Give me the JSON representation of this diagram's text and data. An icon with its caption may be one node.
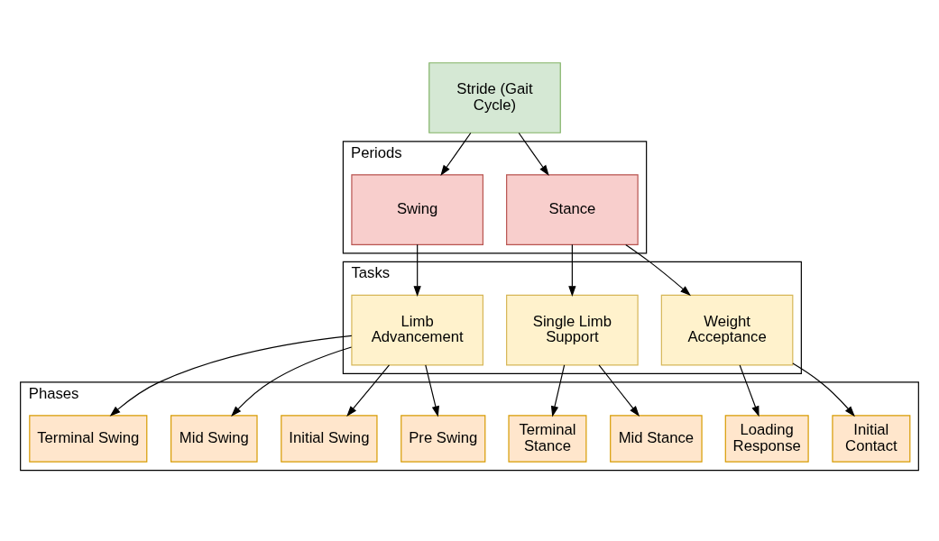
{
  "diagram": {
    "nodes": [
      {
        "text": [
          "Stride (Gait Cycle)"
        ]
      },
      {
        "text": [
          "Periods"
        ]
      },
      {
        "text": [
          "Stance"
        ],
        "in": 1
      },
      {
        "text": [
          "Swing"
        ],
        "in": 1
      },
      {
        "text": [
          "Tasks"
        ]
      },
      {
        "text": [
          "Weight Acceptance"
        ],
        "in": 4
      },
      {
        "text": [
          "Single Limb Support"
        ],
        "in": 4
      },
      {
        "text": [
          "Limb Advancement"
        ],
        "in": 4
      },
      {
        "text": [
          "Phases"
        ]
      },
      {
        "text": [
          "Initial Contact"
        ],
        "in": 8
      },
      {
        "text": [
          "Loading Response"
        ],
        "in": 8
      },
      {
        "text": [
          "Mid Stance"
        ],
        "in": 8
      },
      {
        "text": [
          "Terminal Stance"
        ],
        "in": 8
      },
      {
        "text": [
          "Pre Swing"
        ],
        "in": 8
      },
      {
        "text": [
          "Initial Swing"
        ],
        "in": 8
      },
      {
        "text": [
          "Mid Swing"
        ],
        "in": 8
      },
      {
        "text": [
          "Terminal Swing"
        ],
        "in": 8
      }
    ],
    "edges": [
      {
        "from": 0,
        "to": 2,
        "arrow": "to"
      },
      {
        "from": 0,
        "to": 3,
        "arrow": "to"
      },
      {
        "from": 2,
        "to": 5,
        "arrow": "to"
      },
      {
        "from": 2,
        "to": 6,
        "arrow": "to"
      },
      {
        "from": 3,
        "to": 7,
        "arrow": "to"
      },
      {
        "from": 5,
        "to": 9,
        "arrow": "to"
      },
      {
        "from": 5,
        "to": 10,
        "arrow": "to"
      },
      {
        "from": 6,
        "to": 11,
        "arrow": "to"
      },
      {
        "from": 6,
        "to": 12,
        "arrow": "to"
      },
      {
        "from": 7,
        "to": 13,
        "arrow": "to"
      },
      {
        "from": 7,
        "to": 14,
        "arrow": "to"
      },
      {
        "from": 7,
        "to": 15,
        "arrow": "to"
      },
      {
        "from": 7,
        "to": 16,
        "arrow": "to"
      }
    ]
  }
}
